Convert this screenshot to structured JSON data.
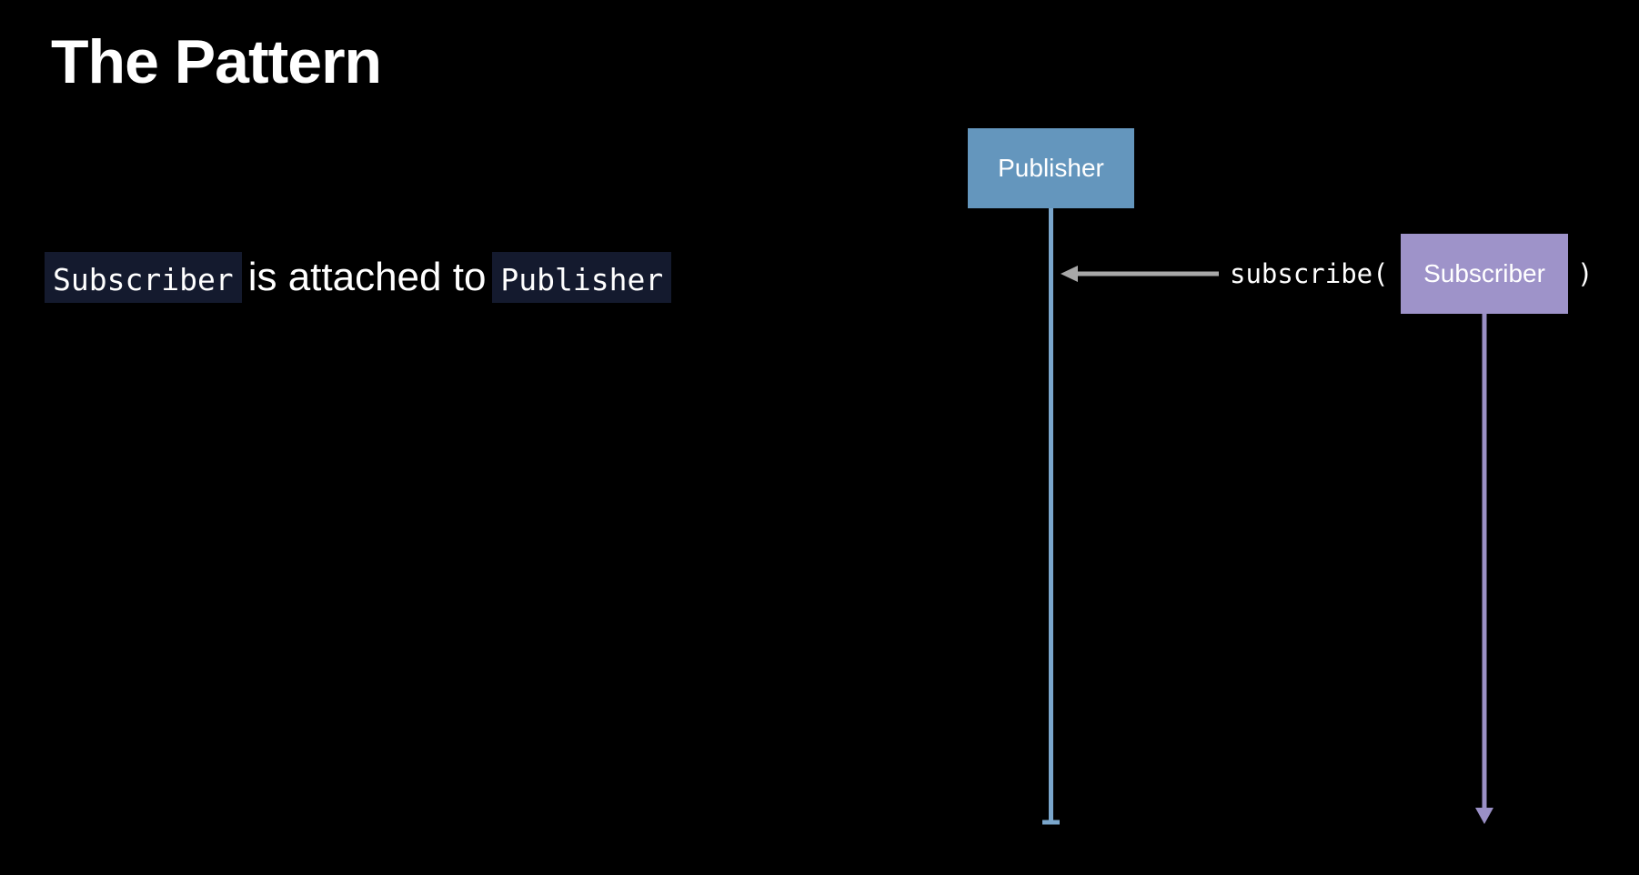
{
  "slide": {
    "title": "The Pattern"
  },
  "caption": {
    "subject": "Subscriber",
    "verb": "is attached to",
    "object": "Publisher"
  },
  "diagram": {
    "publisher_label": "Publisher",
    "subscriber_label": "Subscriber",
    "call_open": "subscribe(",
    "call_close": ")"
  },
  "colors": {
    "background": "#000000",
    "publisher": "#6496bd",
    "publisher_line": "#7aa6cc",
    "subscriber": "#9e93c9",
    "subscriber_line": "#9a90c6",
    "arrow": "#a8a8a8",
    "code_chip": "#141a2e"
  }
}
